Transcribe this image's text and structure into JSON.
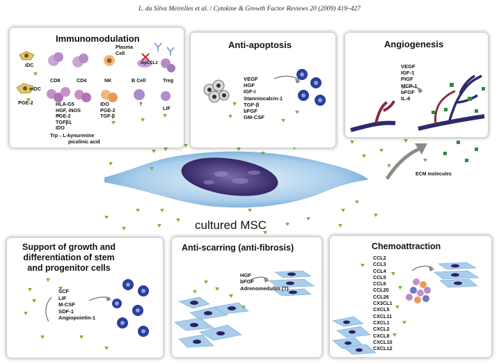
{
  "header": "L. da Silva Meirelles et al. / Cytokine & Growth Factor Reviews 20 (2009) 419–427",
  "center_label": "cultured MSC",
  "ecm_label": "ECM molecules",
  "panels": {
    "immunomodulation": {
      "title": "Immunomodulation",
      "cells": {
        "idc": "iDC",
        "mdc": "mDC",
        "cd8": "CD8",
        "cd4": "CD4",
        "nk": "NK",
        "plasma": "Plasma\nCell",
        "bcell": "B Cell",
        "treg": "Treg",
        "ccl2": "mpCCL2"
      },
      "factors_left": [
        "PGE-2"
      ],
      "factors_main": [
        "HLA-G5",
        "HGF, iNOS",
        "PGE-2",
        "TGFβ1",
        "IDO"
      ],
      "factors_nk": [
        "IDO",
        "PGE-2",
        "TGF-β"
      ],
      "bcell_factor": "?",
      "treg_factor": "LIF",
      "trp": "Trp→L-kynurenine",
      "picolinic": "picolinic acid"
    },
    "anti_apoptosis": {
      "title": "Anti-apoptosis",
      "factors": [
        "VEGF",
        "HGF",
        "IGF-I",
        "Stanniocalcin-1",
        "TGF-β",
        "bFGF",
        "GM-CSF"
      ]
    },
    "angiogenesis": {
      "title": "Angiogenesis",
      "factors": [
        "VEGF",
        "IGF-1",
        "PIGF",
        "MCP-1",
        "bFGF",
        "IL-6"
      ]
    },
    "support": {
      "title_lines": [
        "Support of growth and",
        "differentiation of stem",
        "and progenitor cells"
      ],
      "factors": [
        "SCF",
        "LIF",
        "M-CSF",
        "SDF-1",
        "Angiopoietin-1"
      ]
    },
    "anti_scarring": {
      "title": "Anti-scarring (anti-fibrosis)",
      "factors": [
        "HGF",
        "bFGF",
        "Adrenomedullin (?)"
      ]
    },
    "chemoattraction": {
      "title": "Chemoattraction",
      "factors": [
        "CCL2",
        "CCL3",
        "CCL4",
        "CCL5",
        "CCL6",
        "CCL20",
        "CCL26",
        "CX3CL1",
        "CXCL5",
        "CXCL11",
        "CXCL1",
        "CXCL2",
        "CXCL8",
        "CXCL10",
        "CXCL12"
      ]
    }
  },
  "colors": {
    "triangle": "#7fb23a",
    "msc": "#a9cdea",
    "nucleus": "#3a2a6a",
    "vessel": "#2a2a6e",
    "vessel_red": "#8a2a40",
    "ecm_square": "#2e8b3d",
    "cell_blue": "#2b3f9a"
  }
}
